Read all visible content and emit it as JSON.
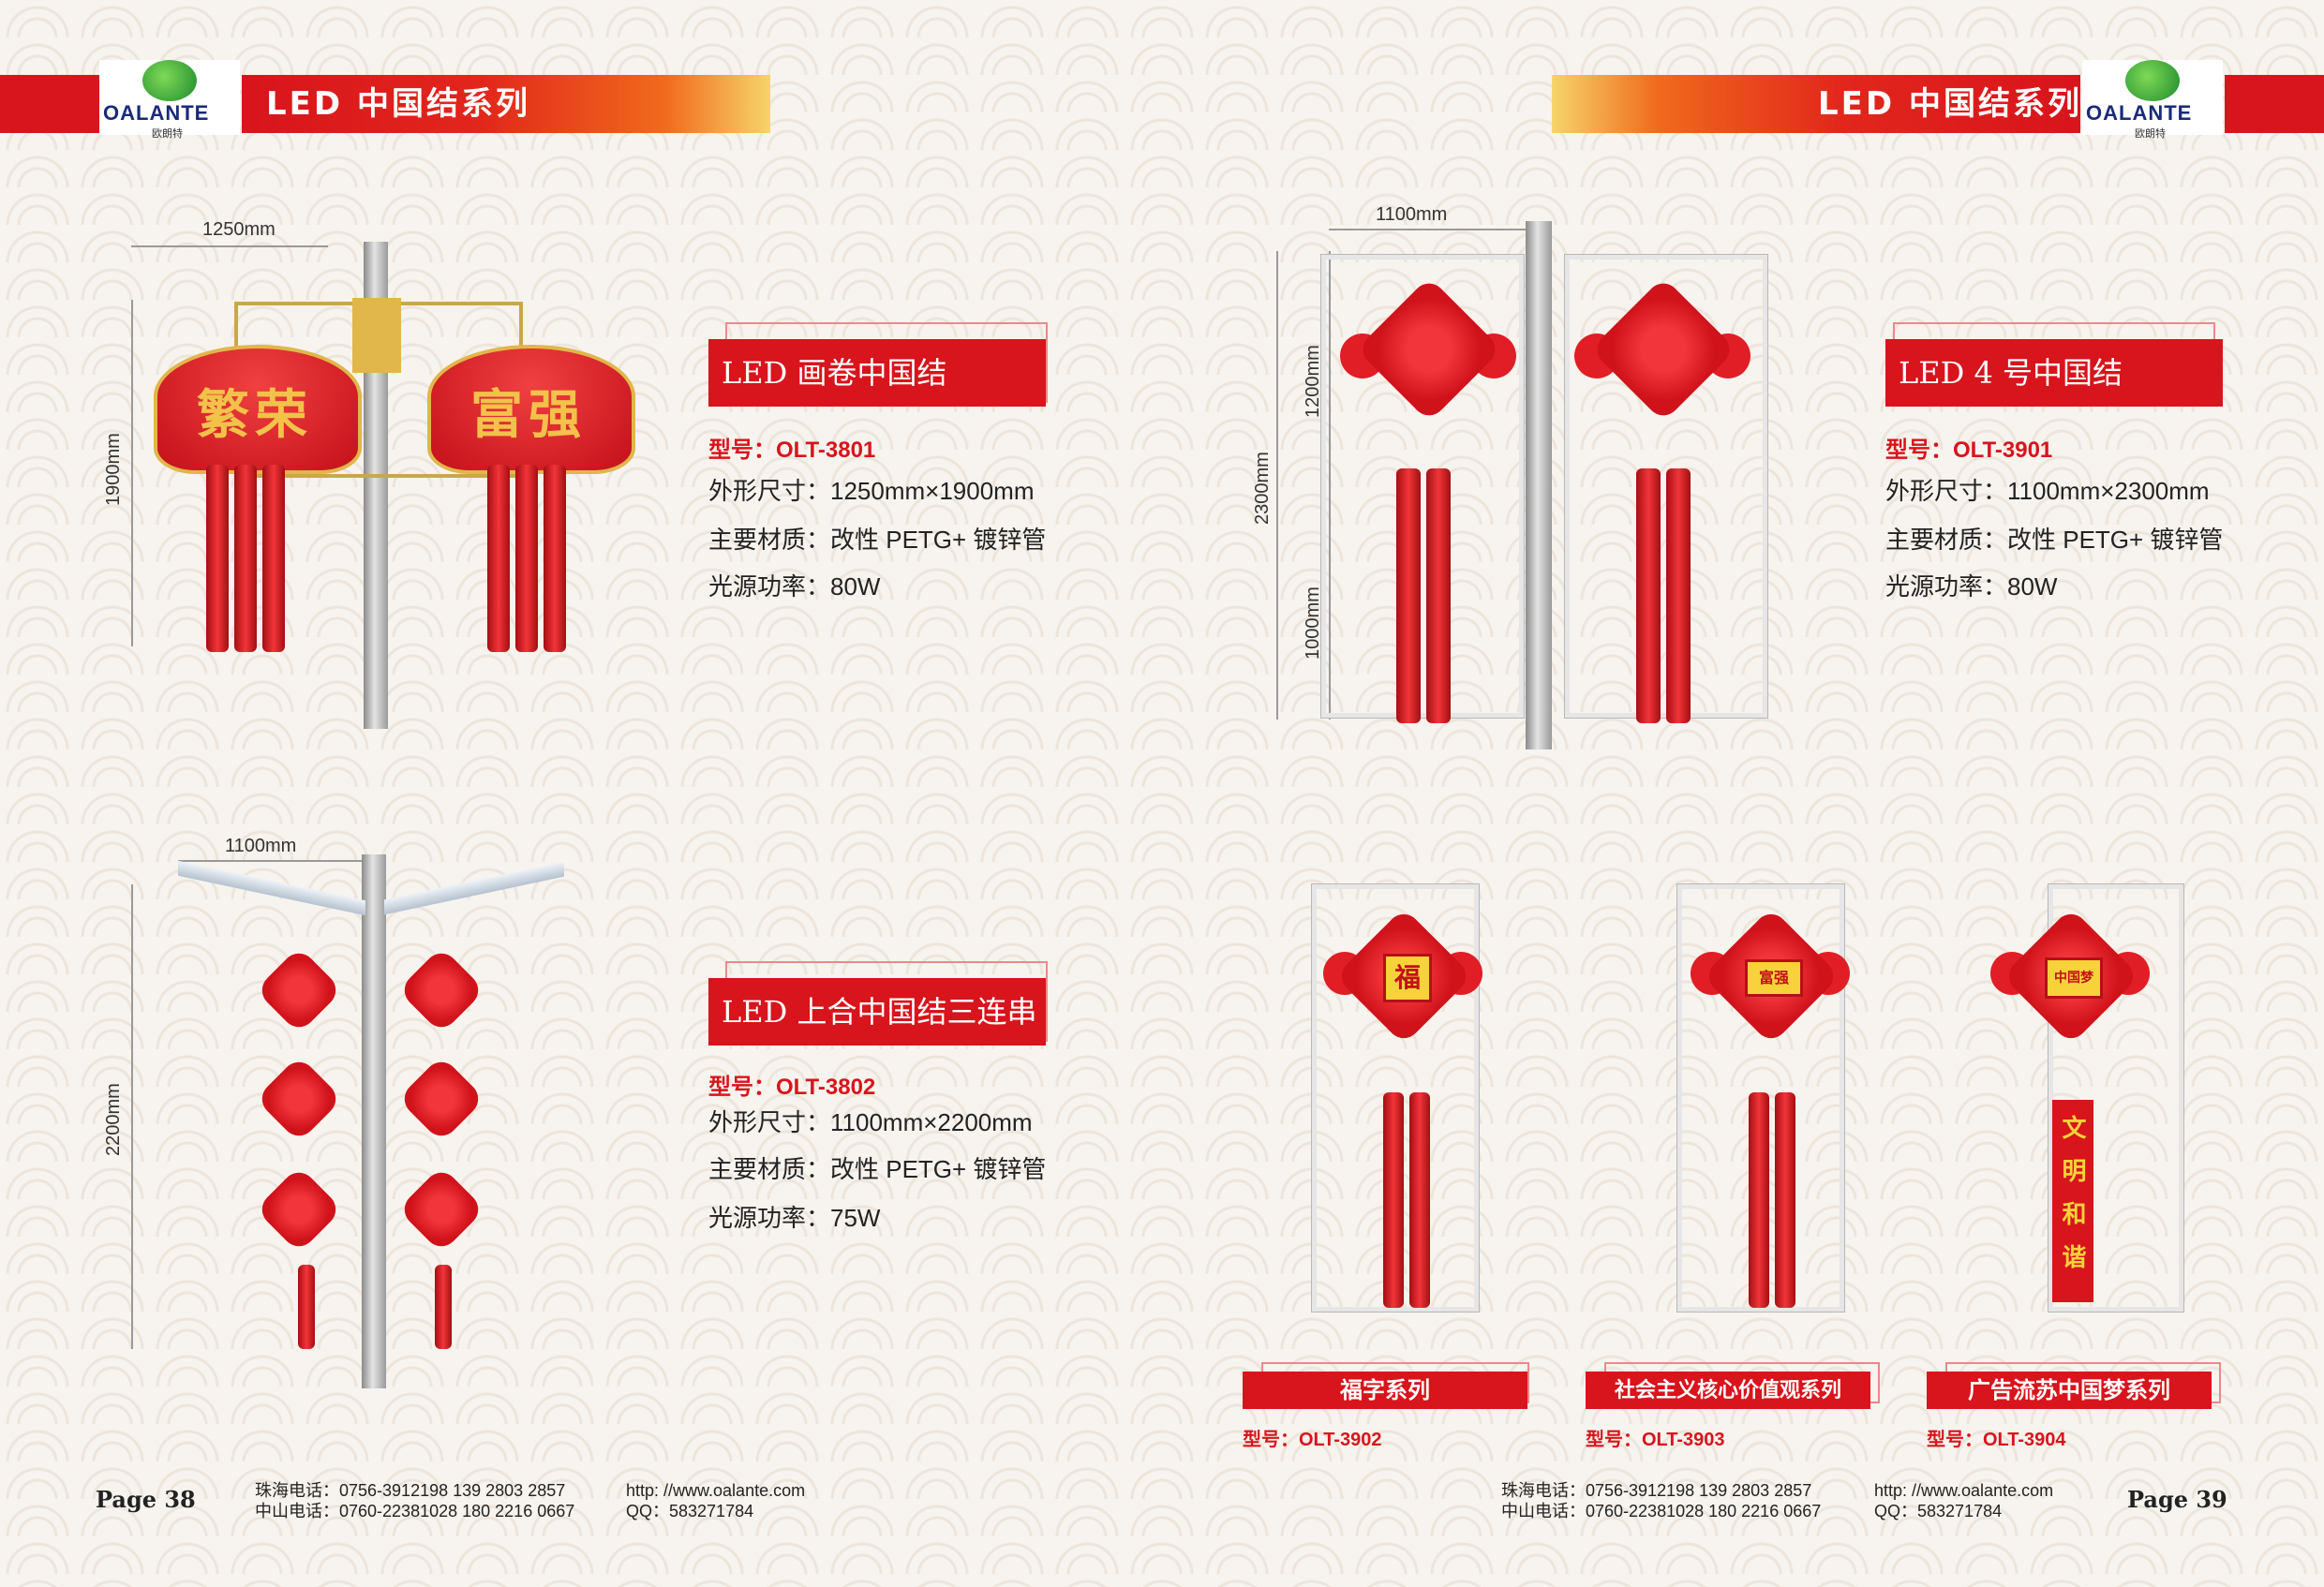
{
  "header": {
    "left_title": "LED 中国结系列",
    "right_title": "LED 中国结系列",
    "logo_text": "OALANTE",
    "logo_sub": "欧朗特"
  },
  "products": [
    {
      "title": "LED 画卷中国结",
      "model_label": "型号：",
      "model": "OLT-3801",
      "size": "外形尺寸：1250mm×1900mm",
      "material": "主要材质：改性 PETG+ 镀锌管",
      "power": "光源功率：80W",
      "dim_w": "1250mm",
      "dim_h": "1900mm",
      "fan_left": "繁荣",
      "fan_right": "富强"
    },
    {
      "title": "LED 上合中国结三连串",
      "model_label": "型号：",
      "model": "OLT-3802",
      "size": "外形尺寸：1100mm×2200mm",
      "material": "主要材质：改性 PETG+ 镀锌管",
      "power": "光源功率：75W",
      "dim_w": "1100mm",
      "dim_h": "2200mm"
    },
    {
      "title": "LED 4 号中国结",
      "model_label": "型号：",
      "model": "OLT-3901",
      "size": "外形尺寸：1100mm×2300mm",
      "material": "主要材质：改性 PETG+ 镀锌管",
      "power": "光源功率：80W",
      "dim_w": "1100mm",
      "dim_h": "2300mm",
      "dim_h1": "1200mm",
      "dim_h2": "1000mm"
    }
  ],
  "series": [
    {
      "name": "福字系列",
      "model": "型号：OLT-3902",
      "char": "福"
    },
    {
      "name": "社会主义核心价值观系列",
      "model": "型号：OLT-3903",
      "char": "富强"
    },
    {
      "name": "广告流苏中国梦系列",
      "model": "型号：OLT-3904",
      "char": "中国梦",
      "banner": "文明和谐"
    }
  ],
  "footer": {
    "left_page": "Page 38",
    "right_page": "Page 39",
    "zh_line1": "珠海电话：0756-3912198    139 2803 2857",
    "zh_line2": "中山电话：0760-22381028   180 2216 0667",
    "web": "http: //www.oalante.com",
    "qq": "QQ：583271784"
  }
}
